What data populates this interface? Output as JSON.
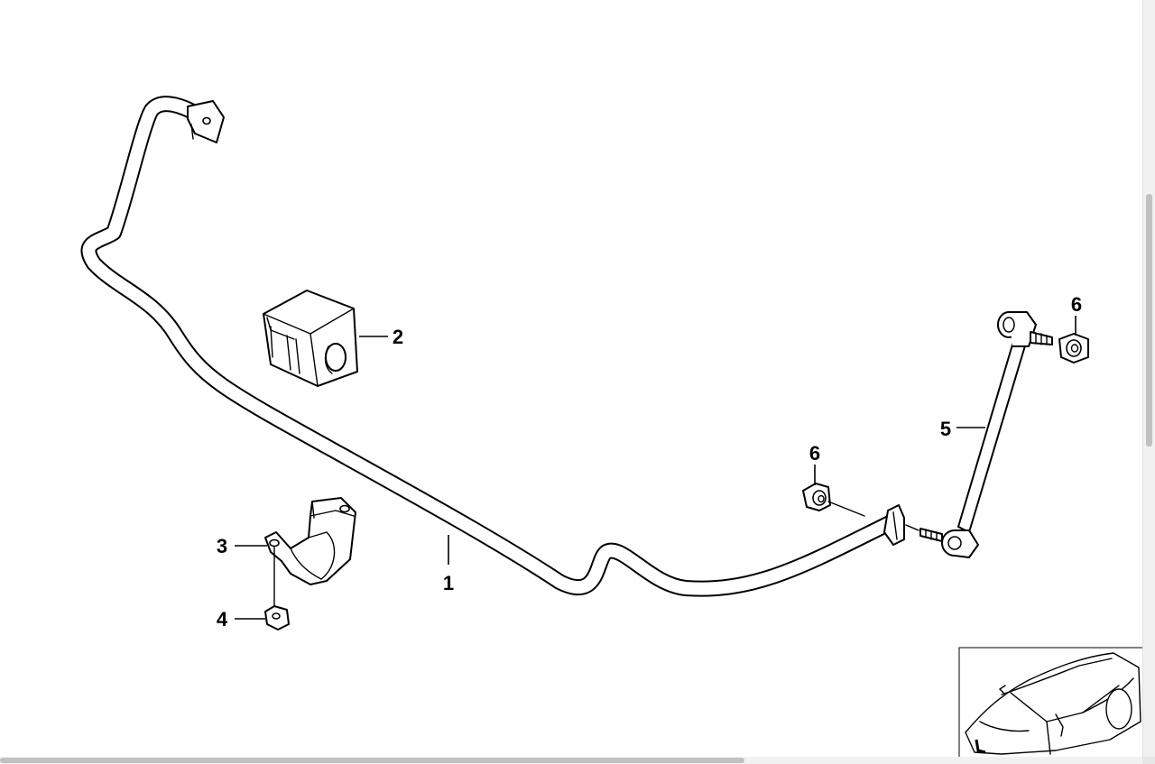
{
  "diagram": {
    "callouts": {
      "c1": "1",
      "c2": "2",
      "c3": "3",
      "c4": "4",
      "c5": "5",
      "c6a": "6",
      "c6b": "6"
    }
  },
  "colors": {
    "background": "#ffffff",
    "line": "#000000",
    "part_fill": "#ffffff",
    "scrollbar_track": "#f1f1f1",
    "scrollbar_thumb": "#c1c1c1"
  }
}
